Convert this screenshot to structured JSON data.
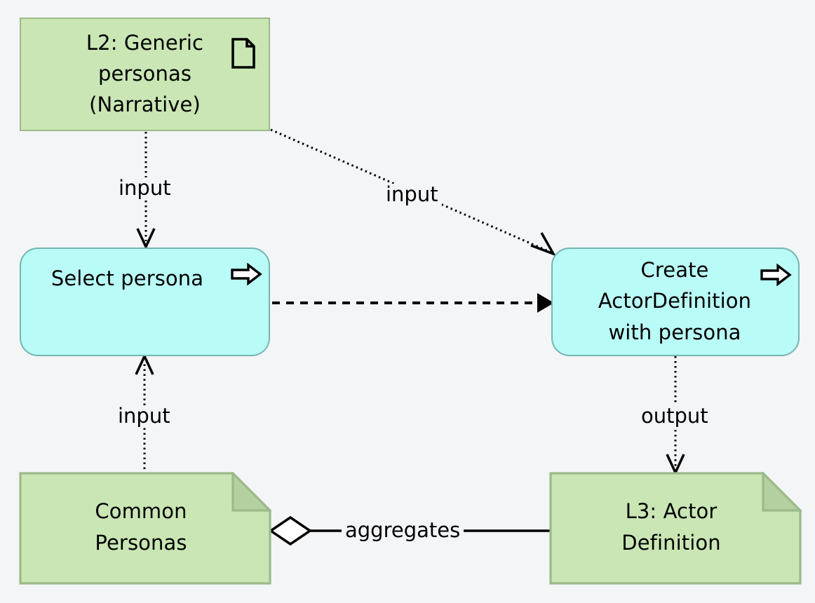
{
  "diagram": {
    "type": "uml-activity-diagram",
    "background_color": "#f4f5f7",
    "palette": {
      "artifact_fill": "#c9e6b4",
      "artifact_stroke": "#9cb98b",
      "note_fold_fill": "#b4cfa0",
      "action_fill": "#b9fbf6",
      "action_stroke": "#74b5b2",
      "line_color": "#000000",
      "text_color": "#000000"
    }
  },
  "nodes": {
    "l2_generic_personas": {
      "label": "L2: Generic\npersonas\n(Narrative)",
      "shape": "artifact-rectangle",
      "icon": "document-icon"
    },
    "select_persona": {
      "label": "Select persona",
      "shape": "rounded-action",
      "icon": "block-arrow-right-icon"
    },
    "create_actordefinition": {
      "label": "Create\nActorDefinition\nwith persona",
      "shape": "rounded-action",
      "icon": "block-arrow-right-icon"
    },
    "common_personas": {
      "label": "Common\nPersonas",
      "shape": "note-folded-corner"
    },
    "l3_actor_definition": {
      "label": "L3: Actor\nDefinition",
      "shape": "note-folded-corner"
    }
  },
  "edges": [
    {
      "id": "e-l2-to-select",
      "label": "input",
      "from": "l2_generic_personas",
      "to": "select_persona",
      "style": "dotted",
      "arrowhead": "open"
    },
    {
      "id": "e-l2-to-create",
      "label": "input",
      "from": "l2_generic_personas",
      "to": "create_actordefinition",
      "style": "dotted",
      "arrowhead": "open"
    },
    {
      "id": "e-select-to-create",
      "label": "",
      "from": "select_persona",
      "to": "create_actordefinition",
      "style": "dashed",
      "arrowhead": "solid-triangle"
    },
    {
      "id": "e-common-to-select",
      "label": "input",
      "from": "common_personas",
      "to": "select_persona",
      "style": "dotted",
      "arrowhead": "open"
    },
    {
      "id": "e-create-to-l3",
      "label": "output",
      "from": "create_actordefinition",
      "to": "l3_actor_definition",
      "style": "dotted",
      "arrowhead": "open"
    },
    {
      "id": "e-common-aggregates-l3",
      "label": "aggregates",
      "from": "common_personas",
      "to": "l3_actor_definition",
      "style": "solid",
      "arrowhead": "hollow-diamond"
    }
  ],
  "edge_labels": {
    "input_l2_select": "input",
    "input_l2_create": "input",
    "input_common_select": "input",
    "output_create_l3": "output",
    "aggregates": "aggregates"
  }
}
